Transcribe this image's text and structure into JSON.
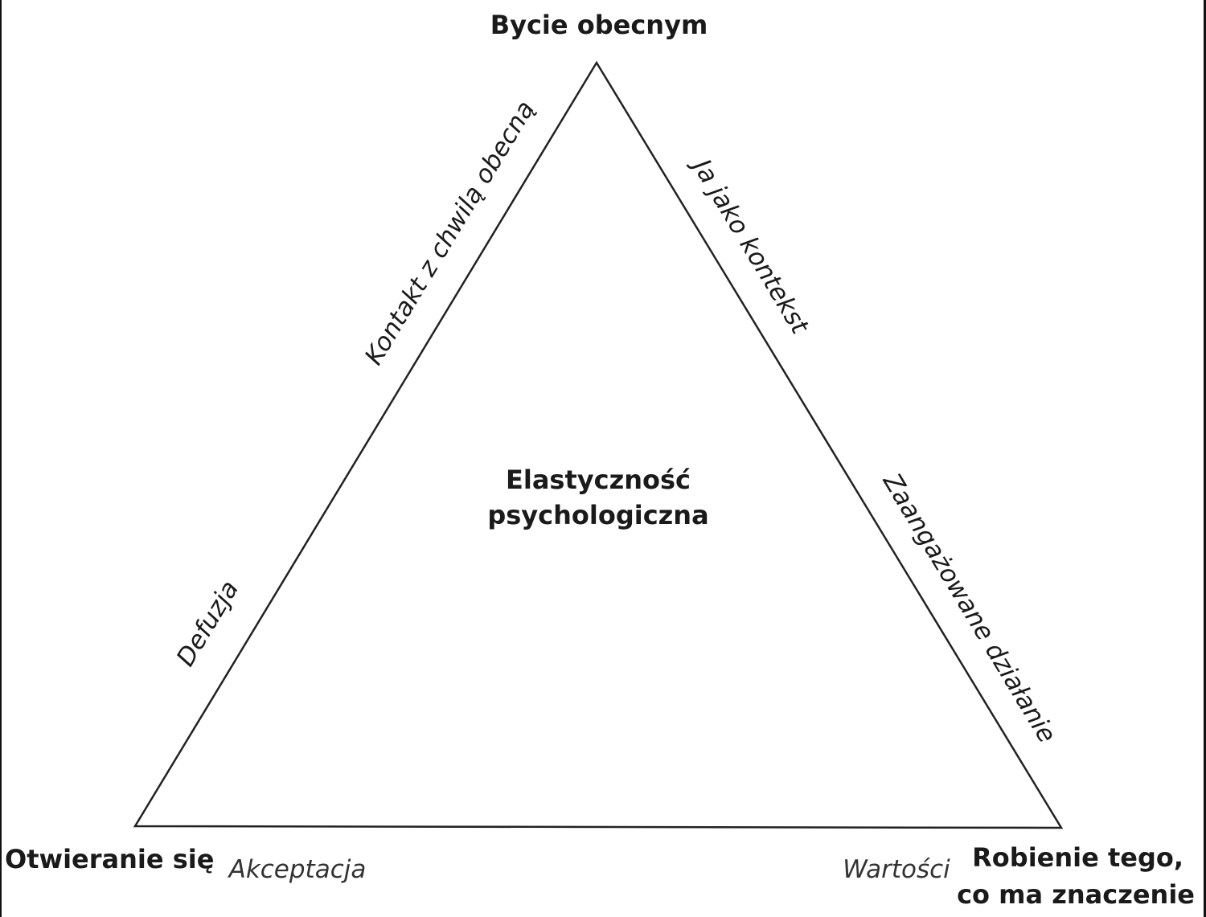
{
  "diagram": {
    "vertices": {
      "top": "Bycie obecnym",
      "left": "Otwieranie się",
      "right_line1": "Robienie tego,",
      "right_line2": "co ma znaczenie"
    },
    "center": {
      "line1": "Elastyczność",
      "line2": "psychologiczna"
    },
    "edges": {
      "left_upper": "Kontakt z chwilą obecną",
      "left_lower": "Defuzja",
      "right_upper": "Ja jako kontekst",
      "right_lower": "Zaangażowane działanie",
      "bottom_left": "Akceptacja",
      "bottom_right": "Wartości"
    },
    "colors": {
      "line": "#222222",
      "text": "#1a1a1a",
      "frame": "#111111"
    }
  }
}
